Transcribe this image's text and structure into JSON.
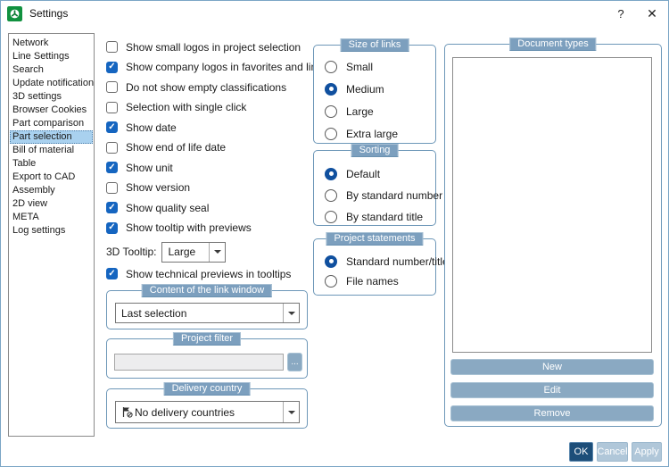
{
  "window": {
    "title": "Settings",
    "help_label": "?",
    "close_label": "✕"
  },
  "sidebar": {
    "items": [
      {
        "label": "Network",
        "selected": false
      },
      {
        "label": "Line Settings",
        "selected": false
      },
      {
        "label": "Search",
        "selected": false
      },
      {
        "label": "Update notification",
        "selected": false
      },
      {
        "label": "3D settings",
        "selected": false
      },
      {
        "label": "Browser Cookies",
        "selected": false
      },
      {
        "label": "Part comparison",
        "selected": false
      },
      {
        "label": "Part selection",
        "selected": true
      },
      {
        "label": "Bill of material",
        "selected": false
      },
      {
        "label": "Table",
        "selected": false
      },
      {
        "label": "Export to CAD",
        "selected": false
      },
      {
        "label": "Assembly",
        "selected": false
      },
      {
        "label": "2D view",
        "selected": false
      },
      {
        "label": "META",
        "selected": false
      },
      {
        "label": "Log settings",
        "selected": false
      }
    ]
  },
  "options": {
    "checkboxes": [
      {
        "label": "Show small logos in project selection",
        "checked": false
      },
      {
        "label": "Show company logos in favorites and links",
        "checked": true
      },
      {
        "label": "Do not show empty classifications",
        "checked": false
      },
      {
        "label": "Selection with single click",
        "checked": false
      },
      {
        "label": "Show date",
        "checked": true
      },
      {
        "label": "Show end of life date",
        "checked": false
      },
      {
        "label": "Show unit",
        "checked": true
      },
      {
        "label": "Show version",
        "checked": false
      },
      {
        "label": "Show quality seal",
        "checked": true
      },
      {
        "label": "Show tooltip with previews",
        "checked": true
      },
      {
        "label": "Show technical previews in tooltips",
        "checked": true
      }
    ],
    "tooltip_3d": {
      "label": "3D Tooltip:",
      "value": "Large"
    }
  },
  "link_window": {
    "title": "Content of the link window",
    "value": "Last selection"
  },
  "project_filter": {
    "title": "Project filter",
    "value": "",
    "browse_label": "..."
  },
  "delivery_country": {
    "title": "Delivery country",
    "value": "No delivery countries"
  },
  "size_of_links": {
    "title": "Size of links",
    "options": [
      {
        "label": "Small",
        "selected": false
      },
      {
        "label": "Medium",
        "selected": true
      },
      {
        "label": "Large",
        "selected": false
      },
      {
        "label": "Extra large",
        "selected": false
      }
    ]
  },
  "sorting": {
    "title": "Sorting",
    "options": [
      {
        "label": "Default",
        "selected": true
      },
      {
        "label": "By standard number",
        "selected": false
      },
      {
        "label": "By standard title",
        "selected": false
      }
    ]
  },
  "project_statements": {
    "title": "Project statements",
    "options": [
      {
        "label": "Standard number/title",
        "selected": true
      },
      {
        "label": "File names",
        "selected": false
      }
    ]
  },
  "document_types": {
    "title": "Document types",
    "items": [],
    "new_label": "New",
    "edit_label": "Edit",
    "remove_label": "Remove"
  },
  "footer": {
    "ok": "OK",
    "cancel": "Cancel",
    "apply": "Apply"
  },
  "colors": {
    "accent_check": "#1565c0",
    "accent_radio": "#10509f",
    "badge": "#7c9fbe",
    "steel_button": "#8aa9c2",
    "light_button": "#b0c7d9",
    "ok_button": "#1d4e79",
    "selected_item": "#a9d1ef",
    "app_icon_green": "#11913f"
  }
}
